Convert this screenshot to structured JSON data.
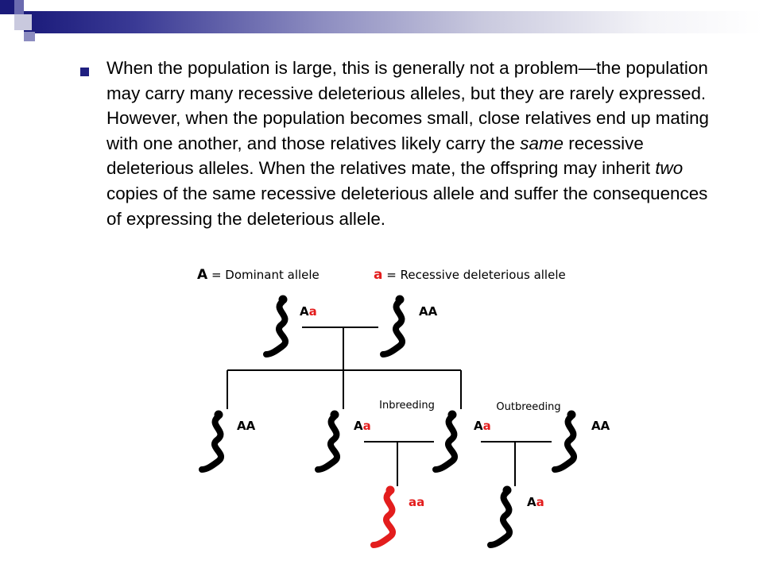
{
  "slide": {
    "para": {
      "p1": "When the population is large, this is generally not a problem—the population may carry many recessive deleterious alleles, but they are rarely expressed. However, when the population becomes small, close relatives end up mating with one another, and those relatives likely carry the ",
      "em1": "same",
      "p2": " recessive deleterious alleles. When the relatives mate, the offspring may inherit ",
      "em2": "two",
      "p3": " copies of the same recessive deleterious allele and suffer the consequences of expressing the deleterious allele."
    }
  },
  "legend": {
    "dominant_symbol": "A",
    "dominant_text": " = Dominant allele",
    "recessive_symbol": "a",
    "recessive_text": " = Recessive deleterious allele"
  },
  "diagram": {
    "inbreeding_label": "Inbreeding",
    "outbreeding_label": "Outbreeding",
    "snakes": [
      {
        "id": "parent-left",
        "g1": "A",
        "g2": "a",
        "affected": false
      },
      {
        "id": "parent-right",
        "g1": "A",
        "g2": "A",
        "affected": false
      },
      {
        "id": "child-1",
        "g1": "A",
        "g2": "A",
        "affected": false
      },
      {
        "id": "child-2",
        "g1": "A",
        "g2": "a",
        "affected": false
      },
      {
        "id": "child-3",
        "g1": "A",
        "g2": "a",
        "affected": false
      },
      {
        "id": "outsider",
        "g1": "A",
        "g2": "A",
        "affected": false
      },
      {
        "id": "inbred-offspring",
        "g1": "a",
        "g2": "a",
        "affected": true
      },
      {
        "id": "outbred-offspring",
        "g1": "A",
        "g2": "a",
        "affected": false
      }
    ]
  },
  "colors": {
    "dominant": "#000000",
    "recessive": "#e31d1d",
    "header_dark": "#1a1a7a",
    "header_mid": "#6b6bb0",
    "header_light": "#c9c9de"
  }
}
